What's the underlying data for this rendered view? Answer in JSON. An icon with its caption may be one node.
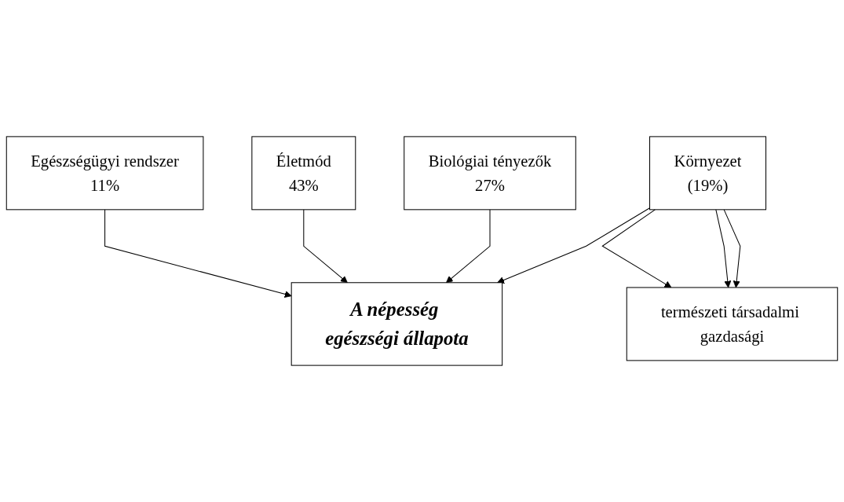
{
  "diagram": {
    "nodes": [
      {
        "text": [
          "Biológiai tényezők",
          "27%"
        ]
      },
      {
        "text": [
          "Környezet",
          "(19%)"
        ]
      },
      {
        "text": [
          "természeti társadalmi gazdasági"
        ]
      },
      {
        "text": [
          "A népesség egészségi állapota"
        ]
      },
      {
        "text": [
          "Életmód",
          "43%"
        ]
      },
      {
        "text": [
          "Egészségügyi rendszer",
          "11%"
        ]
      }
    ],
    "edges": [
      {
        "from": 1,
        "to": 2,
        "arrow": "to"
      },
      {
        "from": 1,
        "to": 2,
        "arrow": "to"
      },
      {
        "from": 1,
        "to": 2,
        "arrow": "to"
      },
      {
        "from": 0,
        "to": 3,
        "arrow": "to"
      },
      {
        "from": 1,
        "to": 3,
        "arrow": "to"
      },
      {
        "from": 4,
        "to": 3,
        "arrow": "to"
      },
      {
        "from": 5,
        "to": 3,
        "arrow": "to"
      }
    ]
  }
}
